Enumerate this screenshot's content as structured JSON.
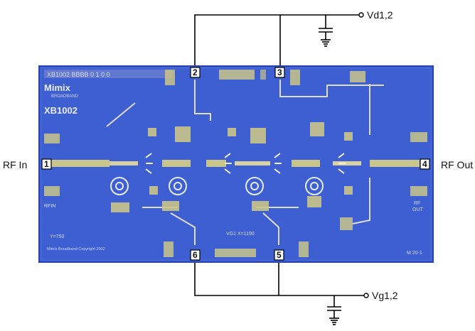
{
  "diagram": {
    "labels": {
      "rf_in": "RF In",
      "rf_out": "RF Out",
      "vd": "Vd1,2",
      "vg": "Vg1,2"
    },
    "pads": [
      "1",
      "2",
      "3",
      "4",
      "5",
      "6"
    ],
    "chip_text": {
      "logo": "Mimix",
      "broadband": "BROADBAND",
      "part": "XB1002",
      "part_top": "XB1002 BBBB 0 1 0 0",
      "rf_in": "RFIN",
      "rf_out_line1": "RF",
      "rf_out_line2": "OUT",
      "vg_coord": "VG1 X=1190",
      "y_coord": "Y=750",
      "copyright": "Mimix Broadband Copyright 2002",
      "rev": "M 20-1"
    },
    "colors": {
      "chip_blue": "#3e5fd2",
      "chip_edge": "#2a45b0",
      "gold": "#c9c48a",
      "trace": "#f1ead0",
      "wire": "#000000"
    }
  }
}
